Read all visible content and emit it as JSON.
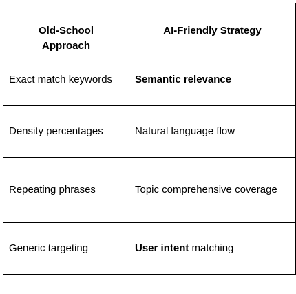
{
  "table": {
    "headers": [
      "Old-School Approach",
      "AI-Friendly Strategy"
    ],
    "rows": [
      {
        "old": "Exact match keywords",
        "ai_bold": "Semantic relevance",
        "ai_rest": ""
      },
      {
        "old": "Density percentages",
        "ai_bold": "",
        "ai_rest": "Natural language flow"
      },
      {
        "old": "Repeating phrases",
        "ai_bold": "",
        "ai_rest": "Topic comprehensive coverage"
      },
      {
        "old": "Generic targeting",
        "ai_bold": "User intent",
        "ai_rest": " matching"
      }
    ]
  }
}
